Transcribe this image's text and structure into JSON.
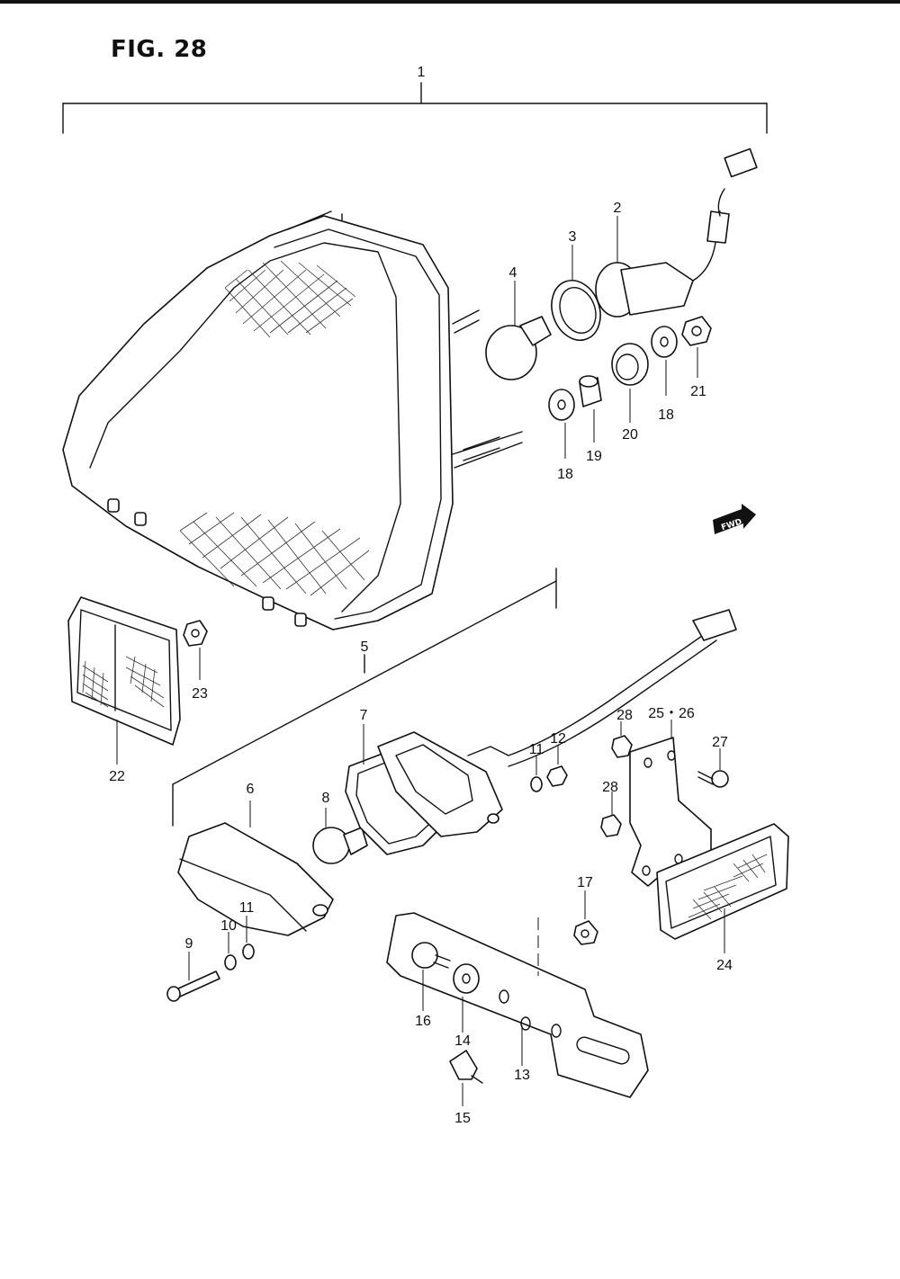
{
  "figure": {
    "title": "FIG. 28"
  },
  "callouts": [
    {
      "id": "c1",
      "text": "1"
    },
    {
      "id": "c2",
      "text": "2"
    },
    {
      "id": "c3",
      "text": "3"
    },
    {
      "id": "c4",
      "text": "4"
    },
    {
      "id": "c5",
      "text": "5"
    },
    {
      "id": "c6",
      "text": "6"
    },
    {
      "id": "c7",
      "text": "7"
    },
    {
      "id": "c8",
      "text": "8"
    },
    {
      "id": "c9",
      "text": "9"
    },
    {
      "id": "c10",
      "text": "10"
    },
    {
      "id": "c11a",
      "text": "11"
    },
    {
      "id": "c11b",
      "text": "11"
    },
    {
      "id": "c12",
      "text": "12"
    },
    {
      "id": "c13",
      "text": "13"
    },
    {
      "id": "c14",
      "text": "14"
    },
    {
      "id": "c15",
      "text": "15"
    },
    {
      "id": "c16",
      "text": "16"
    },
    {
      "id": "c17",
      "text": "17"
    },
    {
      "id": "c18a",
      "text": "18"
    },
    {
      "id": "c18b",
      "text": "18"
    },
    {
      "id": "c19",
      "text": "19"
    },
    {
      "id": "c20",
      "text": "20"
    },
    {
      "id": "c21",
      "text": "21"
    },
    {
      "id": "c22",
      "text": "22"
    },
    {
      "id": "c23",
      "text": "23"
    },
    {
      "id": "c24",
      "text": "24"
    },
    {
      "id": "c25_26",
      "text": "25・26"
    },
    {
      "id": "c27",
      "text": "27"
    },
    {
      "id": "c28a",
      "text": "28"
    },
    {
      "id": "c28b",
      "text": "28"
    }
  ],
  "direction_badge": {
    "text": "FWD",
    "icon": "forward-arrow-icon"
  }
}
